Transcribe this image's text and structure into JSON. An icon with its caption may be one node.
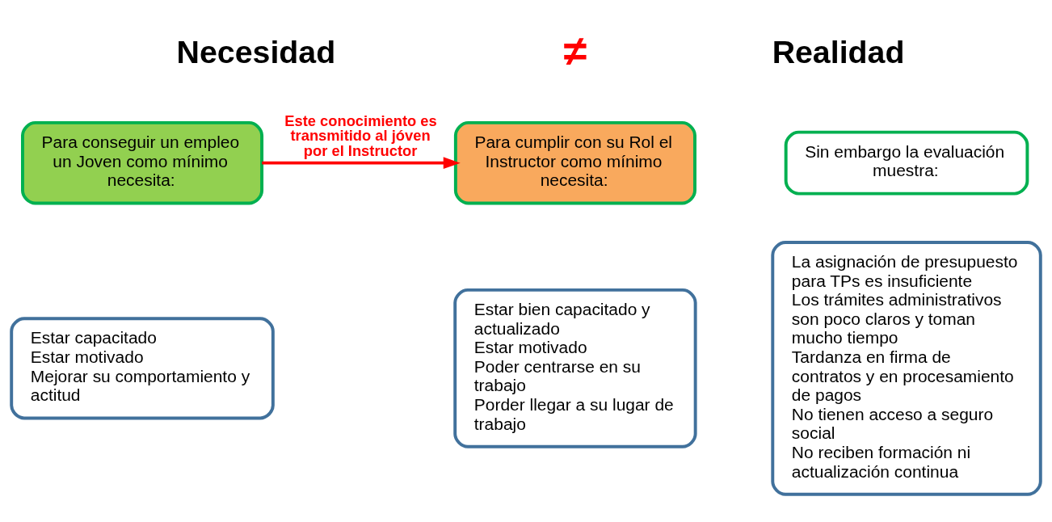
{
  "diagram": {
    "nodes": [
      {
        "text": [
          "Para conseguir un empleo un Joven como mínimo necesita:"
        ]
      },
      {
        "text": [
          "Estar capacitado",
          "Estar motivado",
          "Mejorar su comportamiento y actitud"
        ]
      },
      {
        "text": [
          "Para cumplir con su Rol el Instructor como mínimo necesita:"
        ]
      },
      {
        "text": [
          "Estar bien capacitado y actualizado",
          "Estar motivado",
          "Poder centrarse en su trabajo",
          "Porder llegar a su lugar de trabajo"
        ]
      },
      {
        "text": [
          "Sin embargo la evaluación muestra:"
        ]
      },
      {
        "text": [
          "La asignación de presupuesto para TPs es insuficiente",
          "Los trámites administrativos son poco claros y toman mucho tiempo",
          "Tardanza en firma de contratos y en procesamiento de pagos",
          "No tienen acceso a seguro social",
          "No reciben formación ni actualización continua"
        ]
      }
    ],
    "edges": [
      {
        "from": 0,
        "to": 2,
        "arrow": "to",
        "label": "Este conocimiento es transmitido al jóven por el Instructor",
        "color": "#ff0000"
      }
    ],
    "labels": [
      "Necesidad",
      "≠",
      "Realidad"
    ]
  }
}
